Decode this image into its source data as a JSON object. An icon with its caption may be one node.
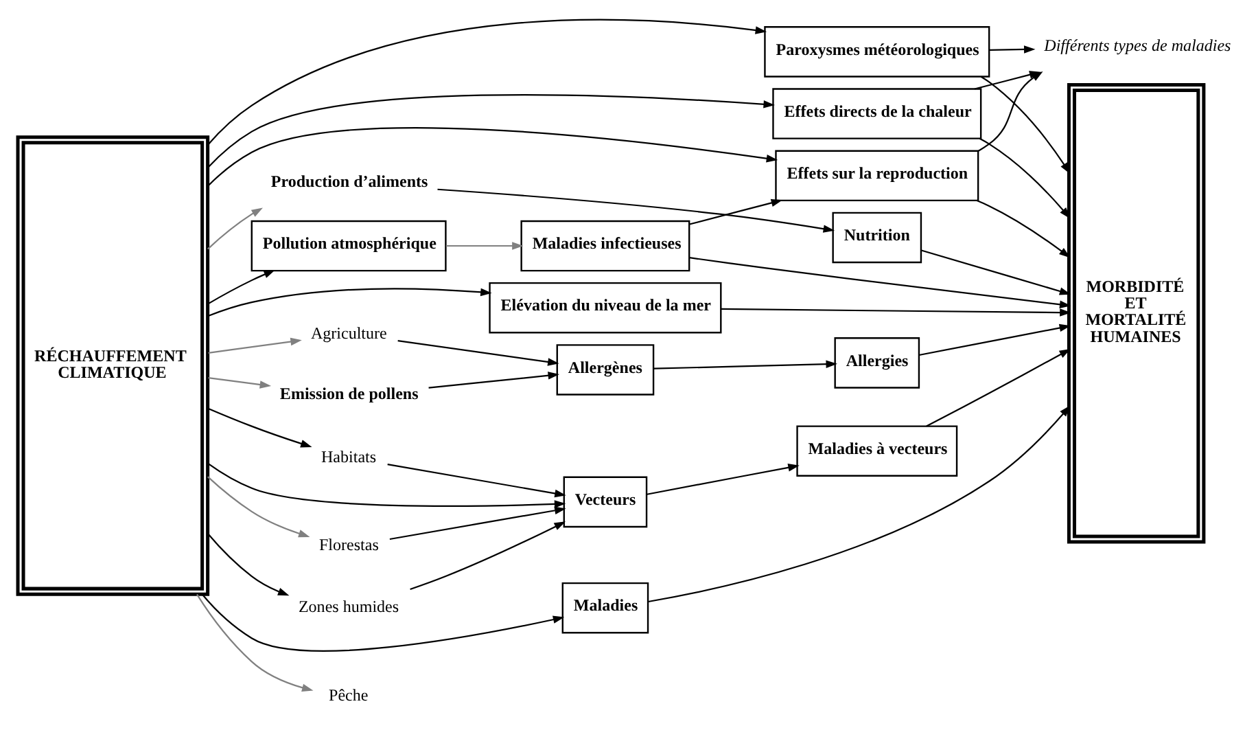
{
  "diagram": {
    "nodes": [
      {
        "text": [
          "RÉCHAUFFEMENT CLIMATIQUE"
        ]
      },
      {
        "text": [
          "Elévation du niveau de la mer"
        ]
      },
      {
        "text": [
          "Paroxysmes météorologiques"
        ]
      },
      {
        "text": [
          "Effets directs de la chaleur"
        ]
      },
      {
        "text": [
          "Effets sur la reproduction"
        ]
      },
      {
        "text": [
          "Nutrition"
        ]
      },
      {
        "text": [
          "Production d’aliments"
        ]
      },
      {
        "text": [
          "Pêche"
        ]
      },
      {
        "text": [
          "Agriculture"
        ]
      },
      {
        "text": [
          "Emission de pollens"
        ]
      },
      {
        "text": [
          "Florestas"
        ]
      },
      {
        "text": [
          "Zones humides"
        ]
      },
      {
        "text": [
          "Habitats"
        ]
      },
      {
        "text": [
          "Différents types de maladies"
        ]
      },
      {
        "text": [
          "Maladies infectieuses"
        ]
      },
      {
        "text": [
          "Allergènes"
        ]
      },
      {
        "text": [
          "Allergies"
        ]
      },
      {
        "text": [
          "Vecteurs"
        ]
      },
      {
        "text": [
          "Maladies à vecteurs"
        ]
      },
      {
        "text": [
          "Maladies"
        ]
      },
      {
        "text": [
          "Pollution atmosphérique"
        ]
      },
      {
        "text": [
          "MORBIDITÉ ET MORTALITÉ HUMAINES"
        ]
      }
    ],
    "edges": [
      {
        "from": 0,
        "to": 1,
        "arrow": "to"
      },
      {
        "from": 0,
        "to": 2,
        "arrow": "to"
      },
      {
        "from": 0,
        "to": 3,
        "arrow": "to"
      },
      {
        "from": 0,
        "to": 4,
        "arrow": "to"
      },
      {
        "from": 0,
        "to": 6,
        "arrow": "to",
        "color": "#808080"
      },
      {
        "from": 0,
        "to": 7,
        "arrow": "to",
        "color": "#808080"
      },
      {
        "from": 0,
        "to": 8,
        "arrow": "to",
        "color": "#808080"
      },
      {
        "from": 0,
        "to": 9,
        "arrow": "to",
        "color": "#808080"
      },
      {
        "from": 0,
        "to": 10,
        "arrow": "to",
        "color": "#808080"
      },
      {
        "from": 0,
        "to": 11,
        "arrow": "to"
      },
      {
        "from": 0,
        "to": 12,
        "arrow": "to"
      },
      {
        "from": 0,
        "to": 17,
        "arrow": "to"
      },
      {
        "from": 0,
        "to": 19,
        "arrow": "to"
      },
      {
        "from": 0,
        "to": 20,
        "arrow": "to"
      },
      {
        "from": 1,
        "to": 21,
        "arrow": "to"
      },
      {
        "from": 2,
        "to": 21,
        "arrow": "to"
      },
      {
        "from": 3,
        "to": 21,
        "arrow": "to"
      },
      {
        "from": 4,
        "to": 21,
        "arrow": "to"
      },
      {
        "from": 5,
        "to": 21,
        "arrow": "to"
      },
      {
        "from": 2,
        "to": 13,
        "arrow": "to"
      },
      {
        "from": 3,
        "to": 13,
        "arrow": "to"
      },
      {
        "from": 4,
        "to": 13,
        "arrow": "to"
      },
      {
        "from": 6,
        "to": 5,
        "arrow": "to"
      },
      {
        "from": 14,
        "to": 4,
        "arrow": "to"
      },
      {
        "from": 8,
        "to": 15,
        "arrow": "to"
      },
      {
        "from": 9,
        "to": 15,
        "arrow": "to"
      },
      {
        "from": 10,
        "to": 17,
        "arrow": "to"
      },
      {
        "from": 11,
        "to": 17,
        "arrow": "to"
      },
      {
        "from": 12,
        "to": 17,
        "arrow": "to"
      },
      {
        "from": 15,
        "to": 16,
        "arrow": "to"
      },
      {
        "from": 17,
        "to": 18,
        "arrow": "to"
      },
      {
        "from": 20,
        "to": 14,
        "arrow": "to",
        "color": "#808080"
      },
      {
        "from": 14,
        "to": 21,
        "arrow": "to"
      },
      {
        "from": 16,
        "to": 21,
        "arrow": "to"
      },
      {
        "from": 18,
        "to": 21,
        "arrow": "to"
      },
      {
        "from": 19,
        "to": 21,
        "arrow": "to"
      }
    ]
  }
}
